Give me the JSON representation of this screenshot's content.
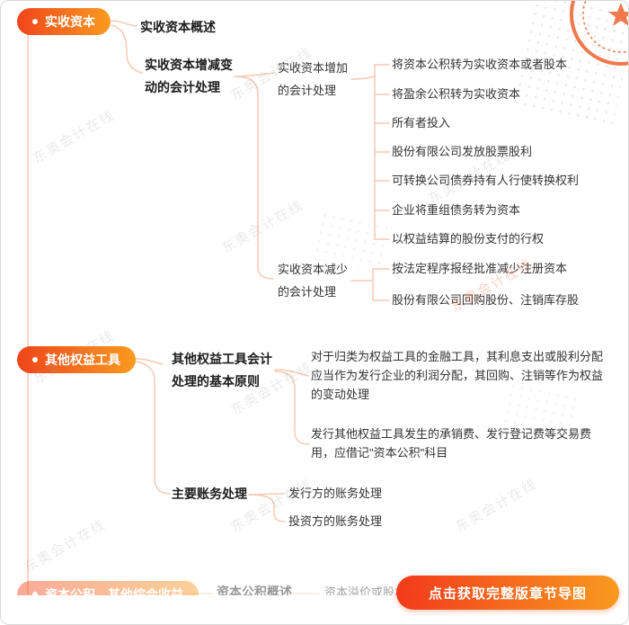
{
  "colors": {
    "accent-start": "#f0451b",
    "accent-end": "#f99a1f",
    "connector": "#f7c9b2"
  },
  "watermark": {
    "text": "东奥会计在线"
  },
  "cta": {
    "label": "点击获取完整版章节导图"
  },
  "section1": {
    "badge": "实收资本",
    "overview": "实收资本概述",
    "change_line1": "实收资本增减变",
    "change_line2": "动的会计处理",
    "increase": {
      "line1": "实收资本增加",
      "line2": "的会计处理",
      "items": [
        "将资本公积转为实收资本或者股本",
        "将盈余公积转为实收资本",
        "所有者投入",
        "股份有限公司发放股票股利",
        "可转换公司债券持有人行使转换权利",
        "企业将重组债务转为资本",
        "以权益结算的股份支付的行权"
      ]
    },
    "decrease": {
      "line1": "实收资本减少",
      "line2": "的会计处理",
      "items": [
        "按法定程序报经批准减少注册资本",
        "股份有限公司回购股份、注销库存股"
      ]
    }
  },
  "section2": {
    "badge": "其他权益工具",
    "principle_line1": "其他权益工具会计",
    "principle_line2": "处理的基本原则",
    "principle_items": [
      "对于归类为权益工具的金融工具，其利息支出或股利分配应当作为发行企业的利润分配，其回购、注销等作为权益的变动处理",
      "发行其他权益工具发生的承销费、发行登记费等交易费用，应借记\"资本公积\"科目"
    ],
    "accounting_label": "主要账务处理",
    "accounting_items": [
      "发行方的账务处理",
      "投资方的账务处理"
    ]
  },
  "section3": {
    "badge": "资本公积、其他综合收益",
    "child": "资本公积概述",
    "grandchild": "资本溢价或股本溢价"
  }
}
